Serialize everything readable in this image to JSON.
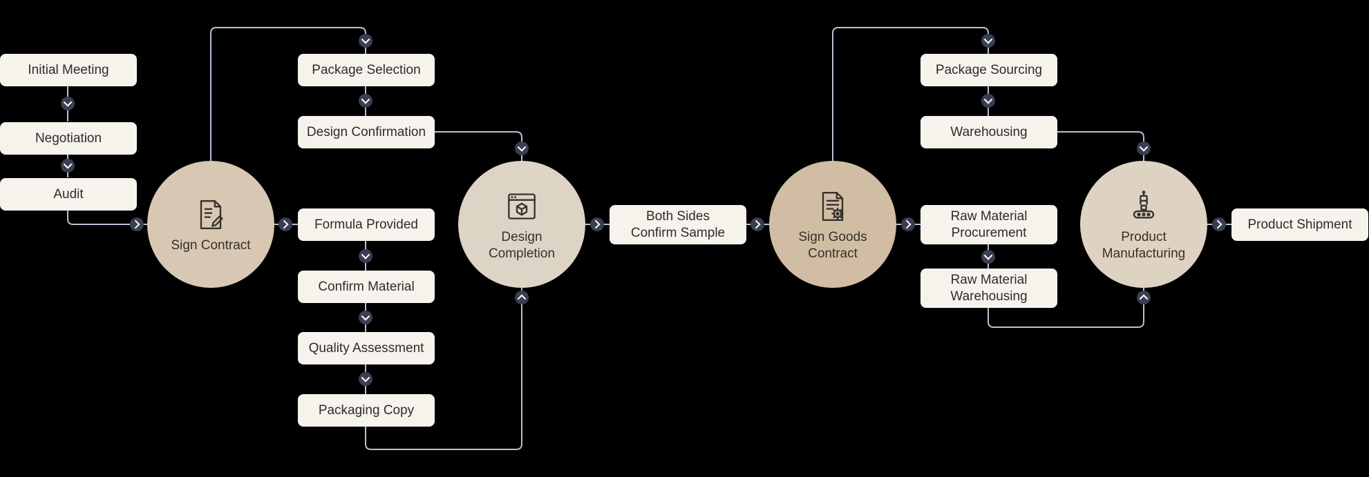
{
  "diagram": {
    "background_color": "#000000",
    "colors": {
      "node_box_bg": "#f6f3ed",
      "node_text": "#2d2c28",
      "circle_sign_contract_bg": "#d8c8b3",
      "circle_design_completion_bg": "#ded4c6",
      "circle_sign_goods_contract_bg": "#d1bda4",
      "circle_product_manufacturing_bg": "#ded2c2",
      "connector_line": "#b7c2d3",
      "arrow_dot_bg": "#3a3e52",
      "arrow_chevron": "#ffffff"
    },
    "icons": {
      "sign_contract": "contract-document-pen-icon",
      "design_completion": "design-window-cube-icon",
      "sign_goods_contract": "contract-document-gear-icon",
      "product_manufacturing": "robot-arm-conveyor-icon",
      "arrow": "chevron-arrow-icon"
    },
    "nodes": {
      "initial_meeting": {
        "label": "Initial Meeting",
        "type": "box"
      },
      "negotiation": {
        "label": "Negotiation",
        "type": "box"
      },
      "audit": {
        "label": "Audit",
        "type": "box"
      },
      "sign_contract": {
        "label": "Sign Contract",
        "type": "circle"
      },
      "package_selection": {
        "label": "Package Selection",
        "type": "box"
      },
      "design_confirmation": {
        "label": "Design Confirmation",
        "type": "box"
      },
      "formula_provided": {
        "label": "Formula Provided",
        "type": "box"
      },
      "confirm_material": {
        "label": "Confirm Material",
        "type": "box"
      },
      "quality_assessment": {
        "label": "Quality Assessment",
        "type": "box"
      },
      "packaging_copy": {
        "label": "Packaging Copy",
        "type": "box"
      },
      "design_completion": {
        "label": "Design Completion",
        "type": "circle"
      },
      "both_sides_confirm_sample": {
        "label": "Both Sides Confirm Sample",
        "type": "box"
      },
      "sign_goods_contract": {
        "label": "Sign Goods Contract",
        "type": "circle"
      },
      "package_sourcing": {
        "label": "Package Sourcing",
        "type": "box"
      },
      "warehousing": {
        "label": "Warehousing",
        "type": "box"
      },
      "raw_material_procurement": {
        "label": "Raw Material Procurement",
        "type": "box"
      },
      "raw_material_warehousing": {
        "label": "Raw Material Warehousing",
        "type": "box"
      },
      "product_manufacturing": {
        "label": "Product Manufacturing",
        "type": "circle"
      },
      "product_shipment": {
        "label": "Product Shipment",
        "type": "box"
      }
    },
    "edges": [
      {
        "from": "initial_meeting",
        "to": "negotiation"
      },
      {
        "from": "negotiation",
        "to": "audit"
      },
      {
        "from": "audit",
        "to": "sign_contract"
      },
      {
        "from": "sign_contract",
        "to": "package_selection"
      },
      {
        "from": "package_selection",
        "to": "design_confirmation"
      },
      {
        "from": "design_confirmation",
        "to": "design_completion"
      },
      {
        "from": "sign_contract",
        "to": "formula_provided"
      },
      {
        "from": "formula_provided",
        "to": "confirm_material"
      },
      {
        "from": "confirm_material",
        "to": "quality_assessment"
      },
      {
        "from": "quality_assessment",
        "to": "packaging_copy"
      },
      {
        "from": "packaging_copy",
        "to": "design_completion"
      },
      {
        "from": "design_completion",
        "to": "both_sides_confirm_sample"
      },
      {
        "from": "both_sides_confirm_sample",
        "to": "sign_goods_contract"
      },
      {
        "from": "sign_goods_contract",
        "to": "package_sourcing"
      },
      {
        "from": "package_sourcing",
        "to": "warehousing"
      },
      {
        "from": "warehousing",
        "to": "product_manufacturing"
      },
      {
        "from": "sign_goods_contract",
        "to": "raw_material_procurement"
      },
      {
        "from": "raw_material_procurement",
        "to": "raw_material_warehousing"
      },
      {
        "from": "raw_material_warehousing",
        "to": "product_manufacturing"
      },
      {
        "from": "product_manufacturing",
        "to": "product_shipment"
      }
    ]
  }
}
